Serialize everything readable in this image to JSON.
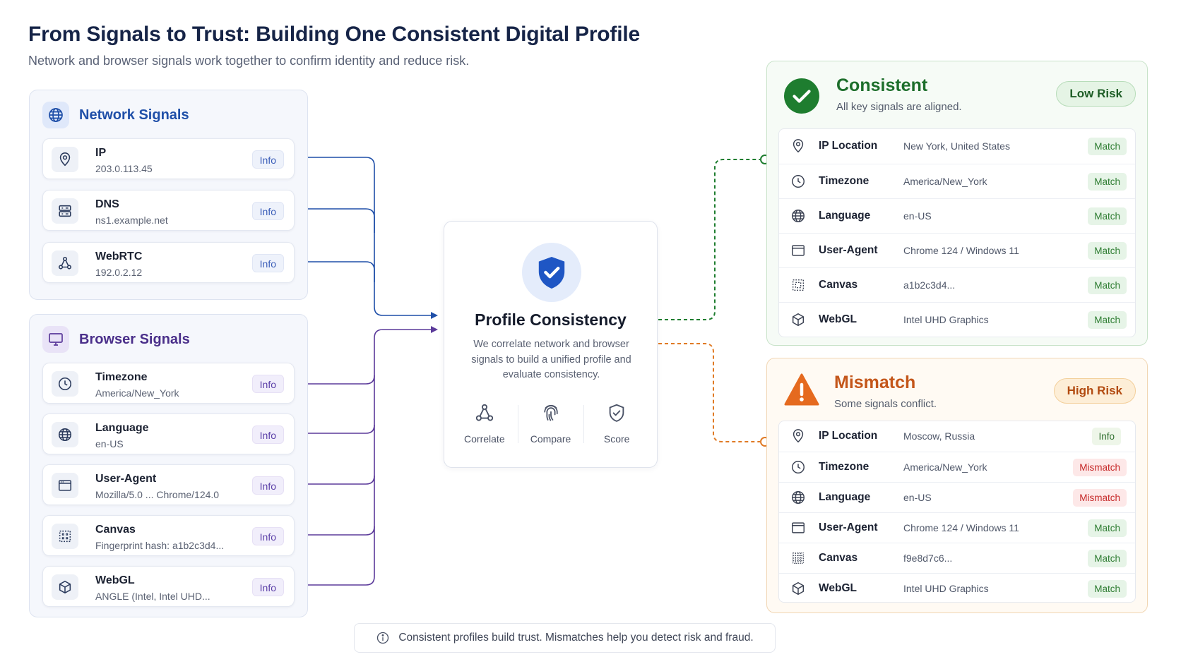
{
  "header": {
    "title": "From Signals to Trust: Building One Consistent Digital Profile",
    "subtitle": "Network and browser signals work together to confirm identity and reduce risk."
  },
  "colors": {
    "network": "#1f4fa8",
    "browser": "#5b3a9a",
    "consistent": "#1e7d2f",
    "mismatch": "#e07a24",
    "shield": "#1f56c4"
  },
  "network": {
    "title": "Network Signals",
    "icon": "globe-icon",
    "items": [
      {
        "name": "IP",
        "value": "203.0.113.45",
        "icon": "location-pin-icon",
        "action": "Info"
      },
      {
        "name": "DNS",
        "value": "ns1.example.net",
        "icon": "server-icon",
        "action": "Info"
      },
      {
        "name": "WebRTC",
        "value": "192.0.2.12",
        "icon": "network-nodes-icon",
        "action": "Info"
      }
    ]
  },
  "browser": {
    "title": "Browser Signals",
    "icon": "monitor-icon",
    "items": [
      {
        "name": "Timezone",
        "value": "America/New_York",
        "icon": "clock-icon",
        "action": "Info"
      },
      {
        "name": "Language",
        "value": "en-US",
        "icon": "globe-icon",
        "action": "Info"
      },
      {
        "name": "User-Agent",
        "value": "Mozilla/5.0  ...  Chrome/124.0",
        "icon": "browser-window-icon",
        "action": "Info"
      },
      {
        "name": "Canvas",
        "value": "Fingerprint hash: a1b2c3d4...",
        "icon": "canvas-icon",
        "action": "Info"
      },
      {
        "name": "WebGL",
        "value": "ANGLE (Intel, Intel UHD...",
        "icon": "cube-icon",
        "action": "Info"
      }
    ]
  },
  "center": {
    "title": "Profile Consistency",
    "description": "We correlate network and browser signals to build a unified profile and evaluate consistency.",
    "icon": "shield-check-icon",
    "steps": [
      {
        "label": "Correlate",
        "icon": "network-nodes-icon"
      },
      {
        "label": "Compare",
        "icon": "fingerprint-icon"
      },
      {
        "label": "Score",
        "icon": "shield-check-icon"
      }
    ]
  },
  "consistent": {
    "title": "Consistent",
    "subtitle": "All key signals are aligned.",
    "badge": "Low Risk",
    "icon": "check-circle-icon",
    "rows": [
      {
        "name": "IP Location",
        "value": "New York, United States",
        "status": "Match",
        "kind": "match",
        "icon": "location-pin-icon"
      },
      {
        "name": "Timezone",
        "value": "America/New_York",
        "status": "Match",
        "kind": "match",
        "icon": "clock-icon"
      },
      {
        "name": "Language",
        "value": "en-US",
        "status": "Match",
        "kind": "match",
        "icon": "globe-icon"
      },
      {
        "name": "User-Agent",
        "value": "Chrome 124 / Windows 11",
        "status": "Match",
        "kind": "match",
        "icon": "browser-window-icon"
      },
      {
        "name": "Canvas",
        "value": "a1b2c3d4...",
        "status": "Match",
        "kind": "match",
        "icon": "canvas-icon"
      },
      {
        "name": "WebGL",
        "value": "Intel UHD Graphics",
        "status": "Match",
        "kind": "match",
        "icon": "cube-icon"
      }
    ]
  },
  "mismatch": {
    "title": "Mismatch",
    "subtitle": "Some signals conflict.",
    "badge": "High Risk",
    "icon": "warning-triangle-icon",
    "rows": [
      {
        "name": "IP Location",
        "value": "Moscow, Russia",
        "status": "Info",
        "kind": "info",
        "icon": "location-pin-icon"
      },
      {
        "name": "Timezone",
        "value": "America/New_York",
        "status": "Mismatch",
        "kind": "mismatch",
        "icon": "clock-icon"
      },
      {
        "name": "Language",
        "value": "en-US",
        "status": "Mismatch",
        "kind": "mismatch",
        "icon": "globe-icon"
      },
      {
        "name": "User-Agent",
        "value": "Chrome 124 / Windows 11",
        "status": "Match",
        "kind": "match",
        "icon": "browser-window-icon"
      },
      {
        "name": "Canvas",
        "value": "f9e8d7c6...",
        "status": "Match",
        "kind": "match",
        "icon": "canvas-icon"
      },
      {
        "name": "WebGL",
        "value": "Intel UHD Graphics",
        "status": "Match",
        "kind": "match",
        "icon": "cube-icon"
      }
    ]
  },
  "footer": {
    "text": "Consistent profiles build trust. Mismatches help you detect risk and fraud.",
    "icon": "info-circle-icon"
  }
}
